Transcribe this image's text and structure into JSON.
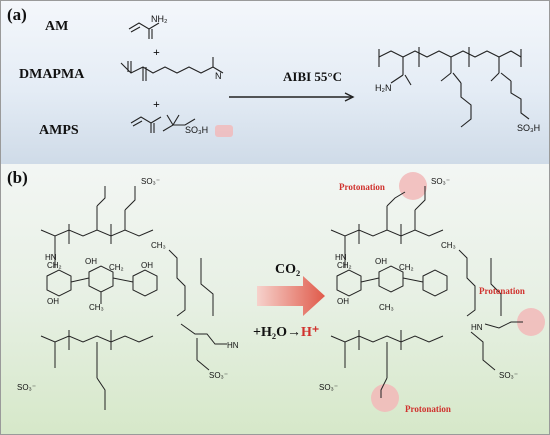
{
  "panel_a": {
    "label": "(a)",
    "monomers": [
      {
        "name": "AM",
        "group": "NH₂"
      },
      {
        "name": "DMAPMA",
        "group": "N"
      },
      {
        "name": "AMPS",
        "group": "SO₃H"
      }
    ],
    "plus": "+",
    "condition": "AIBI 55°C",
    "product_groups": {
      "amide": "H₂N",
      "acid": "SO₃H"
    }
  },
  "panel_b": {
    "label": "(b)",
    "gas": "CO₂",
    "reaction": {
      "text": "+H₂O→",
      "ion": "H⁺"
    },
    "protonation_label": "Protonation",
    "fragment_labels": {
      "ch2": "CH₂",
      "ch3": "CH₃",
      "hn": "HN",
      "oh": "OH",
      "so3": "SO₃⁻"
    }
  },
  "colors": {
    "panel_a_bg": "#dfe8f2",
    "panel_b_bg": "#e3efdd",
    "protonation_red": "#d0312d",
    "highlight_pink": "#f2b8b8",
    "arrow_gradient": "#e05a4a"
  }
}
